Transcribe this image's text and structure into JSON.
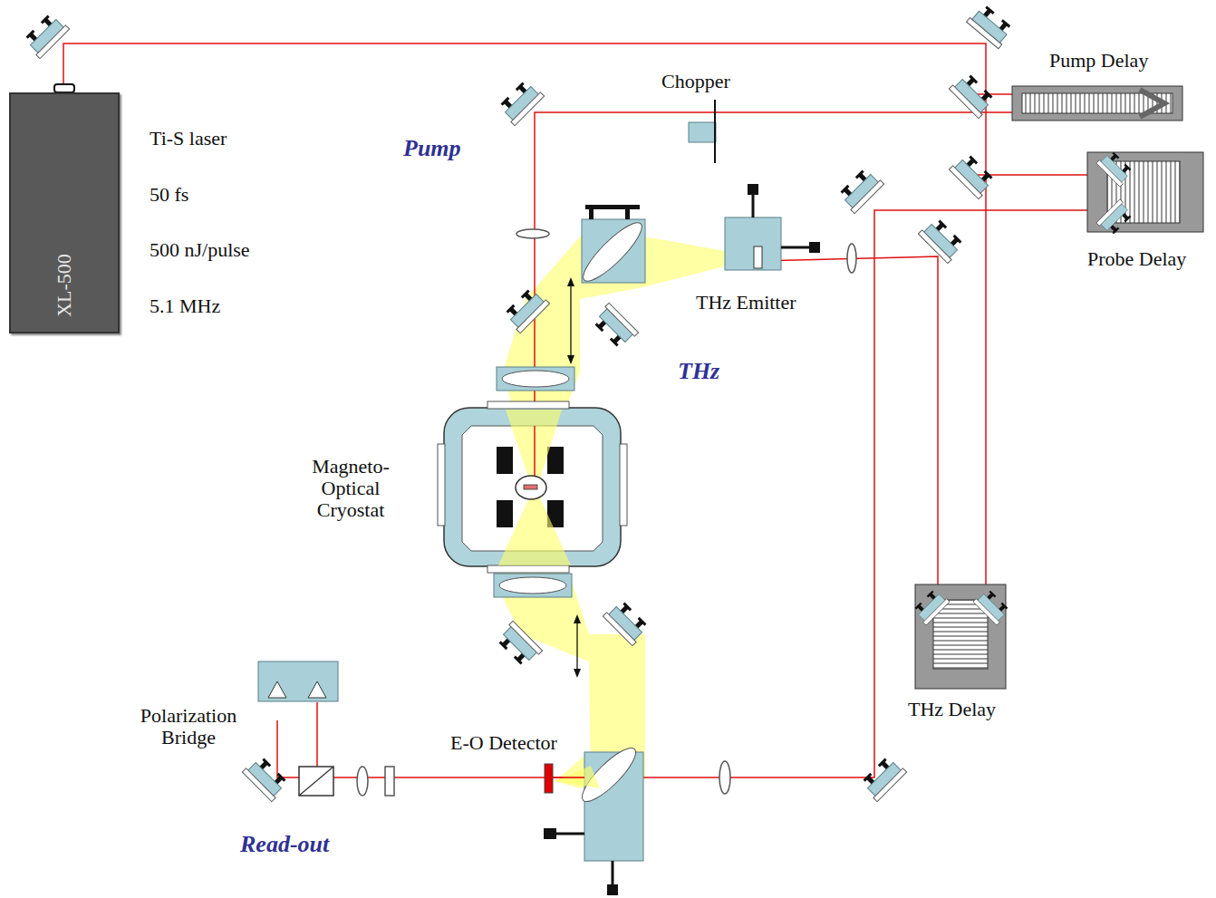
{
  "diagram": {
    "nodes": [
      {
        "text": [
          "XL-500"
        ]
      }
    ],
    "labels": [
      "Ti-S laser",
      "50 fs",
      "500 nJ/pulse",
      "5.1 MHz",
      "Pump",
      "Chopper",
      "Pump Delay",
      "Probe Delay",
      "THz Emitter",
      "THz",
      "Magneto- Optical Cryostat",
      "THz Delay",
      "Polarization Bridge",
      "E-O Detector",
      "Read-out"
    ]
  }
}
